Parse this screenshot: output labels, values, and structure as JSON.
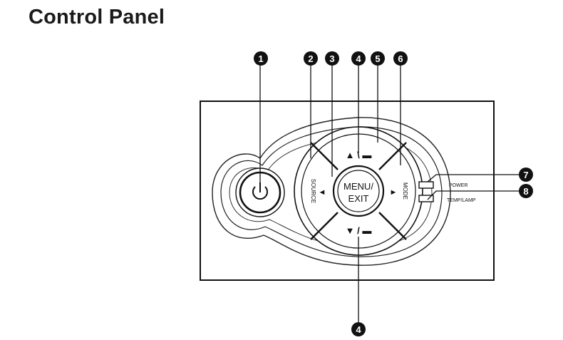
{
  "page": {
    "title": "Control Panel"
  },
  "panel": {
    "menu_line1": "MENU/",
    "menu_line2": "EXIT",
    "source_label": "SOURCE",
    "mode_label": "MODE",
    "up_label": "▲ \\ ▬",
    "down_label": "▼ / ▬",
    "left_arrow": "◄",
    "right_arrow": "►",
    "power_indicator_label": "POWER",
    "temp_lamp_label": "TEMP/LAMP"
  },
  "callouts": [
    {
      "number": "1"
    },
    {
      "number": "2"
    },
    {
      "number": "3"
    },
    {
      "number": "4"
    },
    {
      "number": "5"
    },
    {
      "number": "6"
    },
    {
      "number": "7"
    },
    {
      "number": "8"
    },
    {
      "number": "4"
    }
  ]
}
